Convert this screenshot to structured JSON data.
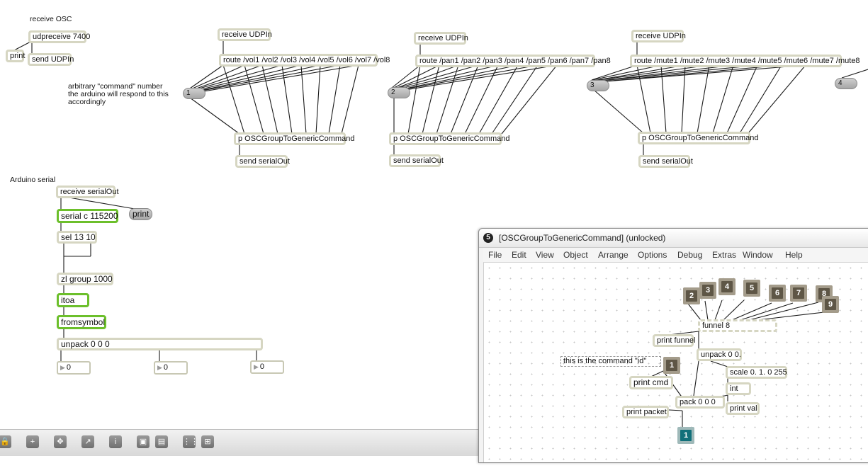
{
  "main_patch": {
    "comments": {
      "receive_osc": "receive OSC",
      "arbitrary_note": "arbitrary \"command\" number\nthe arduino will respond to this\naccordingly",
      "arduino_serial": "Arduino serial"
    },
    "objects": {
      "udpreceive": "udpreceive 7400",
      "print1": "print",
      "send_udpin": "send UDPIn",
      "recv_udpin_1": "receive UDPIn",
      "route_vol": "route /vol1 /vol2 /vol3 /vol4 /vol5 /vol6 /vol7 /vol8",
      "p_cmd_1": "p OSCGroupToGenericCommand",
      "send_serial_1": "send serialOut",
      "recv_udpin_2": "receive UDPIn",
      "route_pan": "route /pan1 /pan2 /pan3 /pan4 /pan5 /pan6 /pan7 /pan8",
      "p_cmd_2": "p OSCGroupToGenericCommand",
      "send_serial_2": "send serialOut",
      "recv_udpin_3": "receive UDPIn",
      "route_mute": "route /mute1 /mute2 /mute3 /mute4 /mute5 /mute6 /mute7 /mute8",
      "p_cmd_3": "p OSCGroupToGenericCommand",
      "send_serial_3": "send serialOut",
      "recv_serialout": "receive serialOut",
      "serial": "serial c 115200",
      "print2": "print",
      "sel": "sel 13 10",
      "zl_group": "zl group 1000",
      "itoa": "itoa",
      "fromsymbol": "fromsymbol",
      "unpack": "unpack 0 0 0"
    },
    "messages": {
      "m1": "1",
      "m2": "2",
      "m3": "3",
      "m4": "4"
    },
    "numboxes": [
      "0",
      "0",
      "0"
    ]
  },
  "toolbar": {
    "buttons": [
      {
        "name": "lock-icon",
        "glyph": "🔒"
      },
      {
        "name": "add-object-icon",
        "glyph": "+"
      },
      {
        "name": "move-icon",
        "glyph": "✥"
      },
      {
        "name": "patch-cord-icon",
        "glyph": "↗"
      },
      {
        "name": "info-icon",
        "glyph": "i"
      },
      {
        "name": "bring-front-icon",
        "glyph": "▣"
      },
      {
        "name": "send-back-icon",
        "glyph": "▤"
      },
      {
        "name": "grid-icon",
        "glyph": "⋮⋮"
      },
      {
        "name": "snap-icon",
        "glyph": "⊞"
      }
    ]
  },
  "subwindow": {
    "badge": "5",
    "title": "[OSCGroupToGenericCommand] (unlocked)",
    "menu": [
      "File",
      "Edit",
      "View",
      "Object",
      "Arrange",
      "Options",
      "Debug",
      "Extras",
      "Window",
      "Help"
    ],
    "inlets": [
      "2",
      "3",
      "4",
      "5",
      "6",
      "7",
      "8",
      "9"
    ],
    "command_id_inlet": "1",
    "outlet": "1",
    "objects": {
      "funnel": "funnel 8",
      "print_funnel": "print funnel",
      "unpack": "unpack 0 0.",
      "comment_id": "this is the command \"id\"",
      "scale": "scale 0. 1. 0 255",
      "print_cmd": "print cmd",
      "int": "int",
      "pack": "pack 0 0 0",
      "print_val": "print val",
      "print_packet": "print packet"
    }
  }
}
